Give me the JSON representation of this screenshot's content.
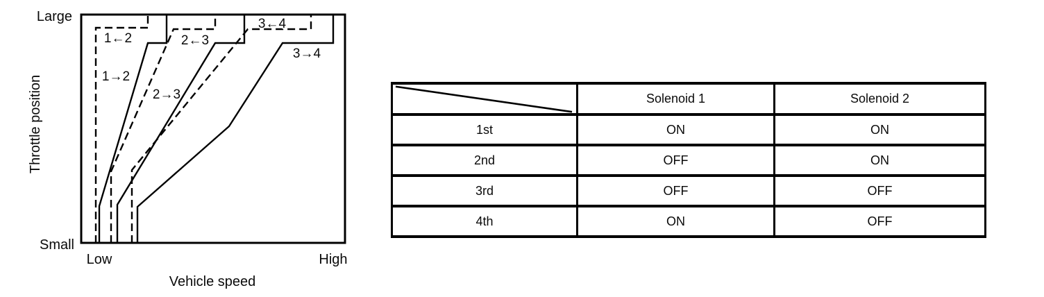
{
  "chart_data": {
    "type": "line",
    "title": "",
    "xlabel": "Vehicle speed",
    "ylabel": "Throttle position",
    "x_axis_labels": [
      "Low",
      "High"
    ],
    "y_axis_labels": [
      "Small",
      "Large"
    ],
    "axes_qualitative": true,
    "grid": false,
    "legend": "none",
    "series": [
      {
        "name": "1←2 downshift",
        "style": "dashed",
        "points_pct": [
          [
            5.5,
            0
          ],
          [
            5.5,
            94.2
          ],
          [
            25.3,
            94.2
          ],
          [
            25.3,
            100
          ]
        ]
      },
      {
        "name": "1→2 upshift",
        "style": "solid",
        "points_pct": [
          [
            6.8,
            0
          ],
          [
            6.8,
            16.1
          ],
          [
            25.3,
            87.5
          ],
          [
            32.4,
            87.5
          ],
          [
            32.4,
            100
          ]
        ]
      },
      {
        "name": "2←3 downshift",
        "style": "dashed",
        "points_pct": [
          [
            11.3,
            0
          ],
          [
            11.3,
            31.3
          ],
          [
            35.0,
            93.6
          ],
          [
            50.8,
            93.6
          ],
          [
            50.8,
            100
          ]
        ]
      },
      {
        "name": "2→3 upshift",
        "style": "solid",
        "points_pct": [
          [
            13.7,
            0
          ],
          [
            13.7,
            16.7
          ],
          [
            50.8,
            87.5
          ],
          [
            61.8,
            87.5
          ],
          [
            61.8,
            100
          ]
        ]
      },
      {
        "name": "3←4 downshift",
        "style": "dashed",
        "points_pct": [
          [
            19.2,
            0
          ],
          [
            19.2,
            31.9
          ],
          [
            63.2,
            93.6
          ],
          [
            87.1,
            93.6
          ],
          [
            87.1,
            100
          ]
        ]
      },
      {
        "name": "3→4 upshift",
        "style": "solid",
        "points_pct": [
          [
            21.3,
            0
          ],
          [
            21.3,
            15.8
          ],
          [
            56.1,
            51.1
          ],
          [
            76.3,
            87.5
          ],
          [
            95.5,
            87.5
          ],
          [
            95.5,
            100
          ]
        ]
      }
    ]
  },
  "shift_chart": {
    "y_axis_label": "Throttle position",
    "y_max_label": "Large",
    "y_min_label": "Small",
    "x_axis_label": "Vehicle speed",
    "x_min_label": "Low",
    "x_max_label": "High",
    "line_color": "#000000",
    "lines": [
      {
        "label": "1←2",
        "type": "downshift",
        "style": "dashed"
      },
      {
        "label": "1→2",
        "type": "upshift",
        "style": "solid"
      },
      {
        "label": "2←3",
        "type": "downshift",
        "style": "dashed"
      },
      {
        "label": "2→3",
        "type": "upshift",
        "style": "solid"
      },
      {
        "label": "3←4",
        "type": "downshift",
        "style": "dashed"
      },
      {
        "label": "3→4",
        "type": "upshift",
        "style": "solid"
      }
    ]
  },
  "solenoid_table": {
    "columns": [
      "",
      "Solenoid 1",
      "Solenoid 2"
    ],
    "rows": [
      {
        "gear": "1st",
        "solenoid1": "ON",
        "solenoid2": "ON"
      },
      {
        "gear": "2nd",
        "solenoid1": "OFF",
        "solenoid2": "ON"
      },
      {
        "gear": "3rd",
        "solenoid1": "OFF",
        "solenoid2": "OFF"
      },
      {
        "gear": "4th",
        "solenoid1": "ON",
        "solenoid2": "OFF"
      }
    ]
  }
}
